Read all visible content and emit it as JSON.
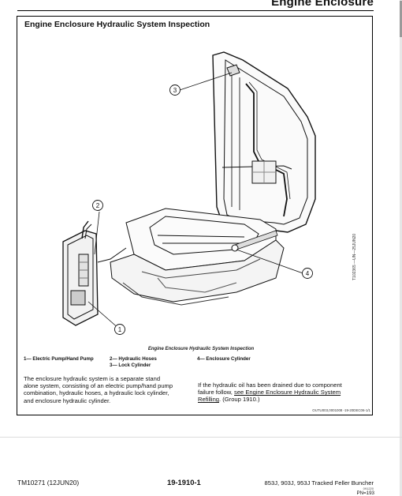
{
  "header": {
    "title": "Engine Enclosure"
  },
  "section": {
    "title": "Engine Enclosure Hydraulic System Inspection"
  },
  "figure": {
    "callouts": [
      "1",
      "2",
      "3",
      "4"
    ],
    "side_code": "T102365 —UN—25JUN20",
    "caption": "Engine Enclosure Hydraulic System Inspection"
  },
  "legend": {
    "item1": "1— Electric Pump/Hand Pump",
    "item2": "2— Hydraulic Hoses",
    "item3": "3— Lock Cylinder",
    "item4": "4— Enclosure Cylinder"
  },
  "body": {
    "left_paragraph": [
      "The enclosure hydraulic system is a separate stand",
      "alone system, consisting of an electric pump/hand pump",
      "combination, hydraulic hoses, a hydraulic lock cylinder,",
      "and enclosure hydraulic cylinder."
    ],
    "right_line1": "If the hydraulic oil has been drained due to component",
    "right_line2_prefix": "failure follow, ",
    "right_link_a": "see Engine Enclosure Hydraulic System",
    "right_link_b": "Refilling",
    "right_suffix": ". (Group 1910.)"
  },
  "ref_code": "OUTU003,0001008 -19-20DEC06-1/1",
  "footer": {
    "left": "TM10271 (12JUN20)",
    "center": "19-1910-1",
    "right": "853J, 903J, 953J Tracked Feller Buncher",
    "right_small": "091220",
    "pn": "PN=193"
  }
}
